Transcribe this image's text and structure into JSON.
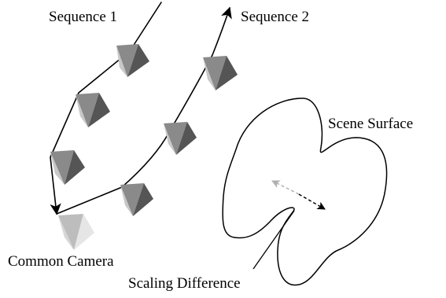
{
  "labels": {
    "sequence1": "Sequence 1",
    "sequence2": "Sequence 2",
    "scene_surface": "Scene Surface",
    "common_camera": "Common Camera",
    "scaling_difference": "Scaling Difference"
  },
  "colors": {
    "line": "#000000",
    "camera_dark": "#555555",
    "camera_mid": "#8a8a8a",
    "camera_light": "#c8c8c8",
    "common_camera_light": "#e6e6e6",
    "common_camera_mid": "#bdbdbd",
    "dashed_arrow_light": "#b0b0b0",
    "dashed_arrow_dark": "#000000"
  },
  "icons": {
    "camera": "pyramid-camera-icon",
    "common_camera": "pyramid-camera-icon"
  }
}
